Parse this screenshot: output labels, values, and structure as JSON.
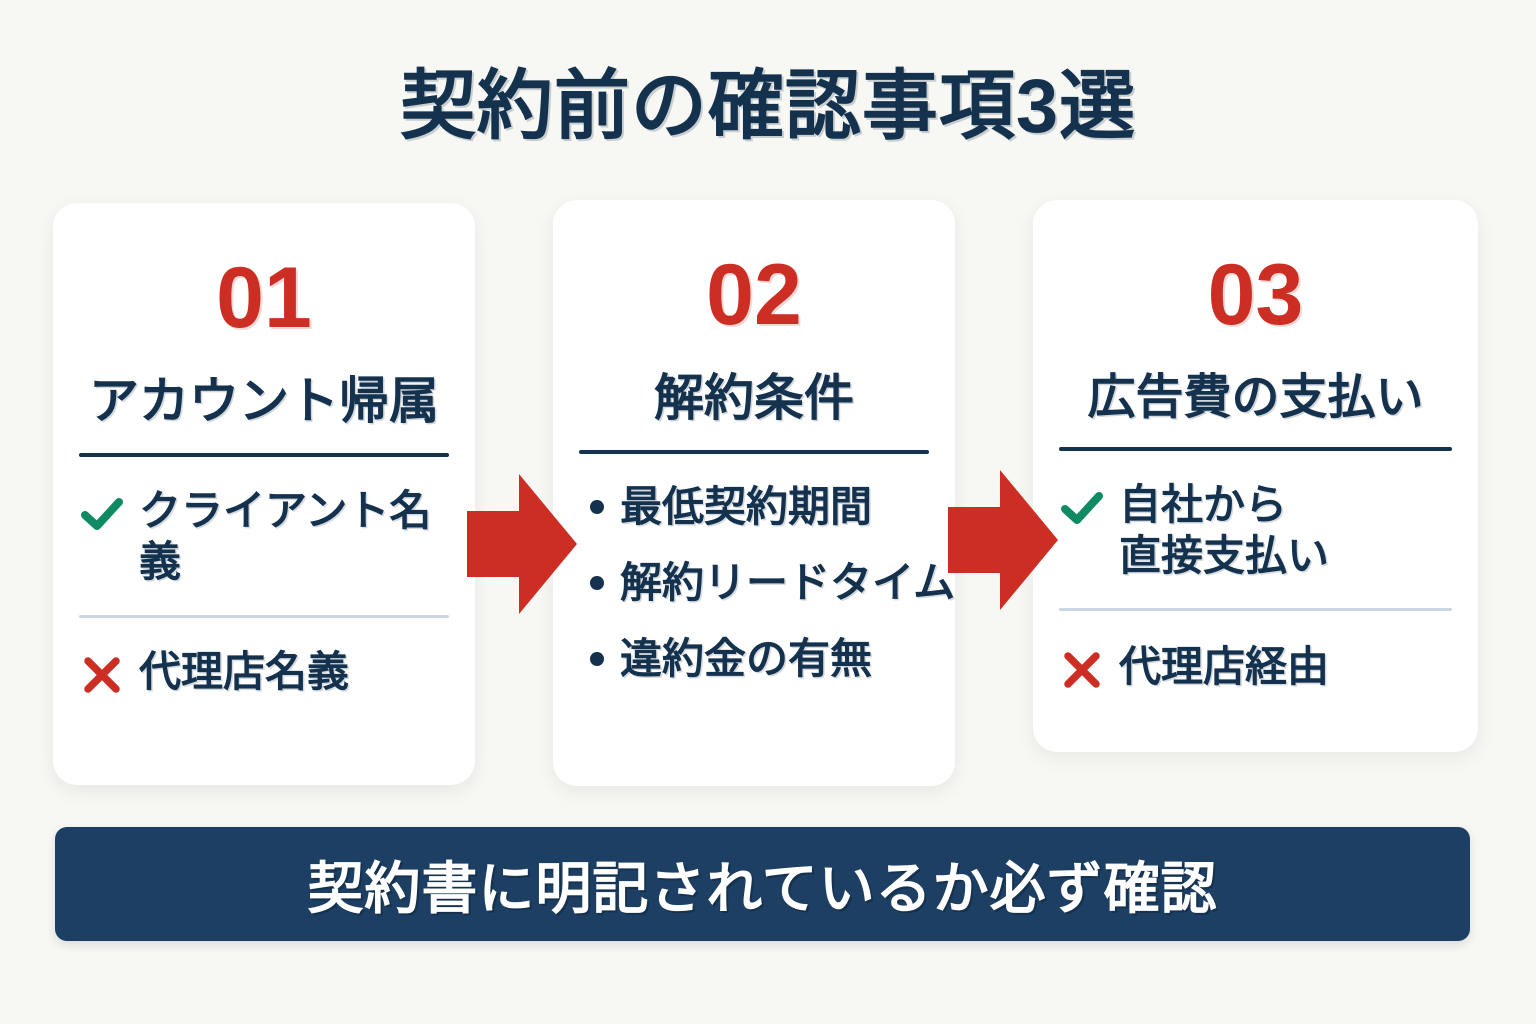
{
  "title": "契約前の確認事項3選",
  "colors": {
    "background": "#f7f7f3",
    "card": "#ffffff",
    "navy": "#14314d",
    "red": "#cd2e23",
    "green": "#0f8a63",
    "banner": "#1c3f63",
    "divider": "#ccd6e2"
  },
  "cards": [
    {
      "number": "01",
      "heading": "アカウント帰属",
      "list_style": "pros-cons",
      "items": [
        {
          "icon": "check-icon",
          "text": "クライアント名義"
        },
        {
          "icon": "cross-icon",
          "text": "代理店名義"
        }
      ]
    },
    {
      "number": "02",
      "heading": "解約条件",
      "list_style": "bullets",
      "items": [
        {
          "icon": "bullet-dot",
          "text": "最低契約期間"
        },
        {
          "icon": "bullet-dot",
          "text": "解約リードタイム"
        },
        {
          "icon": "bullet-dot",
          "text": "違約金の有無"
        }
      ]
    },
    {
      "number": "03",
      "heading": "広告費の支払い",
      "list_style": "pros-cons",
      "items": [
        {
          "icon": "check-icon",
          "text": "自社から\n直接支払い"
        },
        {
          "icon": "cross-icon",
          "text": "代理店経由"
        }
      ]
    }
  ],
  "arrows": [
    {
      "name": "arrow-card1-to-card2",
      "direction": "right"
    },
    {
      "name": "arrow-card2-to-card3",
      "direction": "right"
    }
  ],
  "banner": {
    "text": "契約書に明記されているか必ず確認"
  }
}
